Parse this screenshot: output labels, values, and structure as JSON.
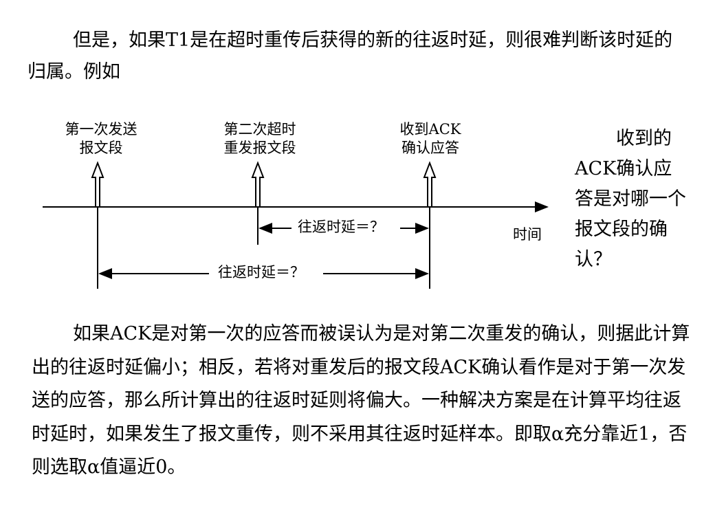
{
  "intro_text": "但是，如果T1是在超时重传后获得的新的往返时延，则很难判断该时延的归属。例如",
  "diagram": {
    "event_first_send": "第一次发送\n报文段",
    "event_timeout_resend": "第二次超时\n重发报文段",
    "event_ack_received": "收到ACK\n确认应答",
    "rtt_label_short": "往返时延＝？",
    "rtt_label_long": "往返时延＝？",
    "time_axis_label": "时间"
  },
  "side_question": "收到的ACK确认应答是对哪一个报文段的确认？",
  "explanation_text": "如果ACK是对第一次的应答而被误认为是对第二次重发的确认，则据此计算出的往返时延偏小；相反，若将对重发后的报文段ACK确认看作是对于第一次发送的应答，那么所计算出的往返时延则将偏大。一种解决方案是在计算平均往返时延时，如果发生了报文重传，则不采用其往返时延样本。即取α充分靠近1，否则选取α值逼近0。"
}
